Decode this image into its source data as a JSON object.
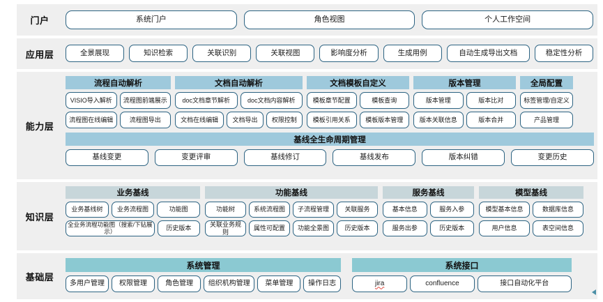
{
  "layers": [
    {
      "id": "portal",
      "label": "门户",
      "items": [
        "系统门户",
        "角色视图",
        "个人工作空间"
      ]
    },
    {
      "id": "application",
      "label": "应用层",
      "items": [
        "全景展现",
        "知识检索",
        "关联识别",
        "关联视图",
        "影响度分析",
        "生成用例",
        "自动生成导出文档",
        "稳定性分析"
      ]
    },
    {
      "id": "capability",
      "label": "能力层",
      "groups": [
        {
          "title": "流程自动解析",
          "rows": [
            [
              "VISIO导入解析",
              "流程图前端展示"
            ],
            [
              "流程图在线编辑",
              "流程图导出"
            ]
          ]
        },
        {
          "title": "文档自动解析",
          "rows": [
            [
              "doc文档章节解析",
              "doc文档内容解析"
            ],
            [
              "文档在线编辑",
              "文档导出",
              "权限控制"
            ]
          ]
        },
        {
          "title": "文档模板自定义",
          "rows": [
            [
              "模板章节配置",
              "模板查询"
            ],
            [
              "模板引用关系",
              "模板版本管理"
            ]
          ]
        },
        {
          "title": "版本管理",
          "rows": [
            [
              "版本管理",
              "版本比对"
            ],
            [
              "版本关联信息",
              "版本合并"
            ]
          ]
        },
        {
          "title": "全局配置",
          "rows": [
            [
              "标签管理/自定义"
            ],
            [
              "产品管理"
            ]
          ]
        }
      ],
      "lifecycle": {
        "title": "基线全生命周期管理",
        "items": [
          "基线变更",
          "变更评审",
          "基线修订",
          "基线发布",
          "版本纠错",
          "变更历史"
        ]
      }
    },
    {
      "id": "knowledge",
      "label": "知识层",
      "groups": [
        {
          "title": "业务基线",
          "rows": [
            [
              "业务基线树",
              "业务流程图",
              "功能图"
            ],
            [
              "全业务流程功能图（搜索/下钻展示）",
              "历史版本"
            ]
          ]
        },
        {
          "title": "功能基线",
          "rows": [
            [
              "功能树",
              "系统流程图",
              "子流程管理",
              "关联服务"
            ],
            [
              "关联业务规则",
              "属性可配置",
              "功能全景图",
              "历史版本"
            ]
          ]
        },
        {
          "title": "服务基线",
          "rows": [
            [
              "基本信息",
              "服务入参"
            ],
            [
              "服务出参",
              "历史版本"
            ]
          ]
        },
        {
          "title": "模型基线",
          "rows": [
            [
              "模型基本信息",
              "数据库信息"
            ],
            [
              "用户信息",
              "表空间信息"
            ]
          ]
        }
      ]
    },
    {
      "id": "infrastructure",
      "label": "基础层",
      "groups": [
        {
          "title": "系统管理",
          "rows": [
            [
              "多用户管理",
              "权限管理",
              "角色管理",
              "组织机构管理",
              "菜单管理",
              "操作日志"
            ]
          ]
        },
        {
          "title": "系统接口",
          "rows": [
            [
              "jira",
              "confluence",
              "接口自动化平台"
            ]
          ]
        }
      ]
    }
  ],
  "colors": {
    "band_bg": "#efefef",
    "pill_border": "#2c6382",
    "capability_header": "#9ec9dc",
    "knowledge_header": "#c7d6da",
    "infrastructure_header": "#8bc9d2",
    "page_bg": "#ffffff"
  }
}
